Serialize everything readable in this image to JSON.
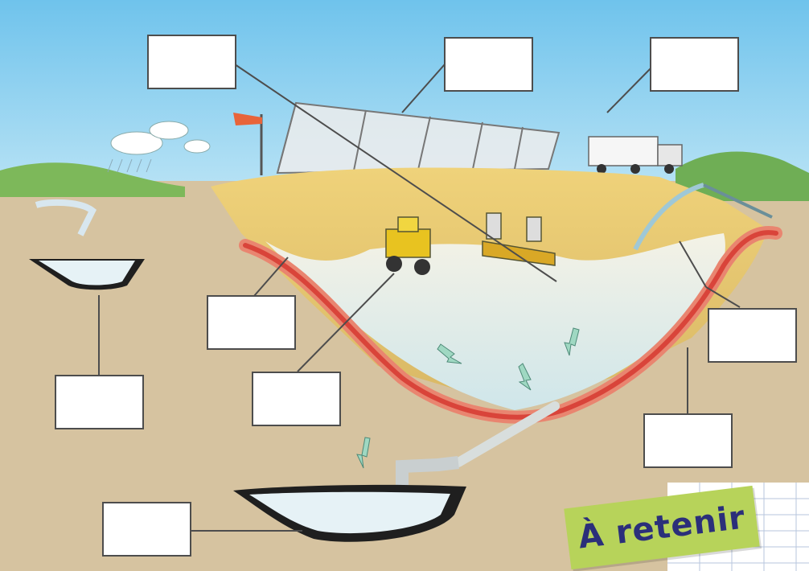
{
  "badge": {
    "text": "À retenir"
  },
  "label_boxes": [
    {
      "id": "box-1",
      "text": ""
    },
    {
      "id": "box-2",
      "text": ""
    },
    {
      "id": "box-3",
      "text": ""
    },
    {
      "id": "box-4",
      "text": ""
    },
    {
      "id": "box-5",
      "text": ""
    },
    {
      "id": "box-6",
      "text": ""
    },
    {
      "id": "box-7",
      "text": ""
    },
    {
      "id": "box-8",
      "text": ""
    },
    {
      "id": "box-9",
      "text": ""
    }
  ],
  "colors": {
    "sky": "#8fd0ee",
    "ground": "#d6c3a0",
    "liner": "#d9443a",
    "waste": "#e8c86a",
    "water": "#dff0f7",
    "badge": "#b7d35a",
    "badge_text": "#2b2f7a"
  }
}
